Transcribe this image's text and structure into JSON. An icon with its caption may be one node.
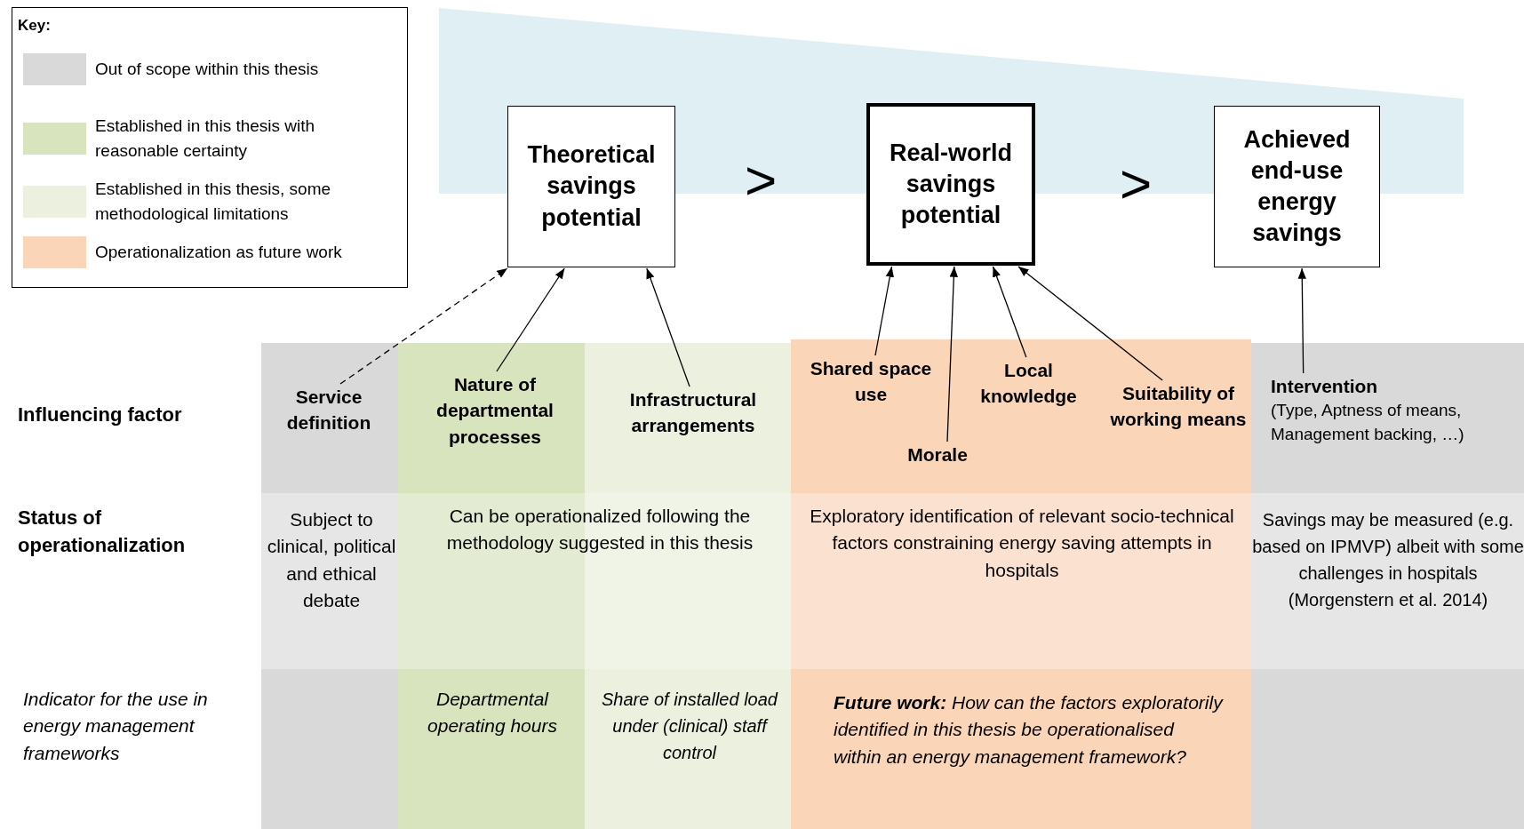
{
  "diagram": {
    "nodes": [
      {
        "text": [
          "Theoretical savings potential"
        ]
      },
      {
        "text": [
          "Real-world savings potential"
        ]
      },
      {
        "text": [
          "Achieved end-use energy savings"
        ]
      },
      {
        "text": [
          "Service definition"
        ]
      },
      {
        "text": [
          "Nature of departmental processes"
        ]
      },
      {
        "text": [
          "Infrastructural arrangements"
        ]
      },
      {
        "text": [
          "Shared space use"
        ]
      },
      {
        "text": [
          "Morale"
        ]
      },
      {
        "text": [
          "Local knowledge"
        ]
      },
      {
        "text": [
          "Suitability of working means"
        ]
      },
      {
        "text": [
          "Intervention",
          "(Type, Aptness of means, Management backing, …)"
        ]
      }
    ],
    "edges": [
      {
        "from": 3,
        "to": 0,
        "arrow": "to",
        "style": "dashed"
      },
      {
        "from": 4,
        "to": 0,
        "arrow": "to"
      },
      {
        "from": 5,
        "to": 0,
        "arrow": "to"
      },
      {
        "from": 6,
        "to": 1,
        "arrow": "to"
      },
      {
        "from": 7,
        "to": 1,
        "arrow": "to"
      },
      {
        "from": 8,
        "to": 1,
        "arrow": "to"
      },
      {
        "from": 9,
        "to": 1,
        "arrow": "to"
      },
      {
        "from": 10,
        "to": 2,
        "arrow": "to"
      }
    ],
    "labels": [
      "Key:",
      ">",
      ">",
      "Influencing factor",
      "Status of operationalization",
      "Indicator for the use in energy management frameworks",
      "Subject to clinical, political and ethical debate",
      "Can be operationalized following the methodology suggested in this thesis",
      "Exploratory identification of relevant socio-technical factors constraining energy saving attempts in hospitals",
      "Savings may be measured (e.g. based on IPMVP) albeit with some challenges in hospitals (Morgenstern et al. 2014)",
      "Departmental operating hours",
      "Share of installed load under (clinical) staff control",
      "**Future work:** How can the factors exploratorily identified in this thesis be operationalised within an energy management framework?"
    ],
    "legend": [
      {
        "text": "Out of scope within this thesis",
        "color": "#d9d9d9"
      },
      {
        "text": "Established in this thesis with reasonable certainty",
        "color": "#d7e4bd"
      },
      {
        "text": "Established in this thesis, some methodological limitations",
        "color": "#ebf1de"
      },
      {
        "text": "Operationalization as future work",
        "color": "#fad5b8"
      }
    ]
  }
}
